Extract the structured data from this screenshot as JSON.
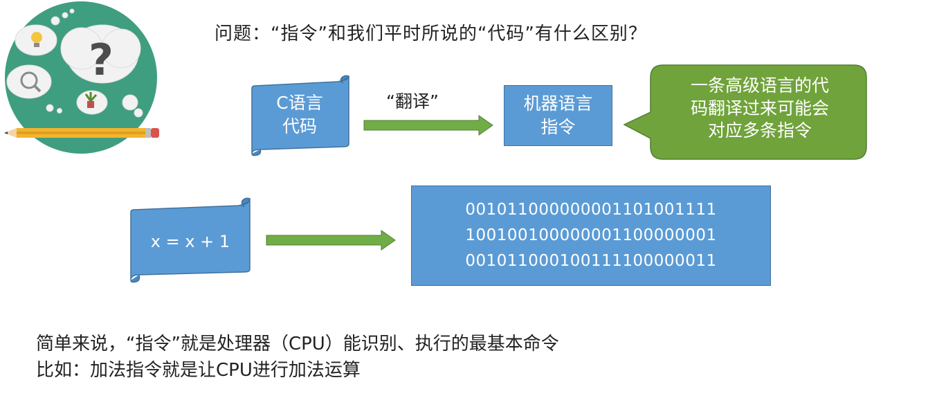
{
  "title": "问题：“指令”和我们平时所说的“代码”有什么区别？",
  "row1": {
    "c_code_line1": "C语言",
    "c_code_line2": "代码",
    "translate_label": "“翻译”",
    "machine_line1": "机器语言",
    "machine_line2": "指令",
    "callout_line1": "一条高级语言的代",
    "callout_line2": "码翻译过来可能会",
    "callout_line3": "对应多条指令"
  },
  "row2": {
    "expression": "x = x + 1",
    "binary": [
      "001011000000001101001111",
      "100100100000001100000001",
      "001011000100111100000011"
    ]
  },
  "bottom": {
    "line1": "简单来说，“指令”就是处理器（CPU）能识别、执行的最基本命令",
    "line2": "比如：加法指令就是让CPU进行加法运算"
  },
  "colors": {
    "blue_fill": "#5b9bd5",
    "blue_border": "#41719c",
    "green_arrow": "#70ad47",
    "callout_fill": "#70a33b",
    "teal_circle": "#3f9e7f"
  },
  "icons": {
    "illustration": "question-thinking-icon"
  }
}
